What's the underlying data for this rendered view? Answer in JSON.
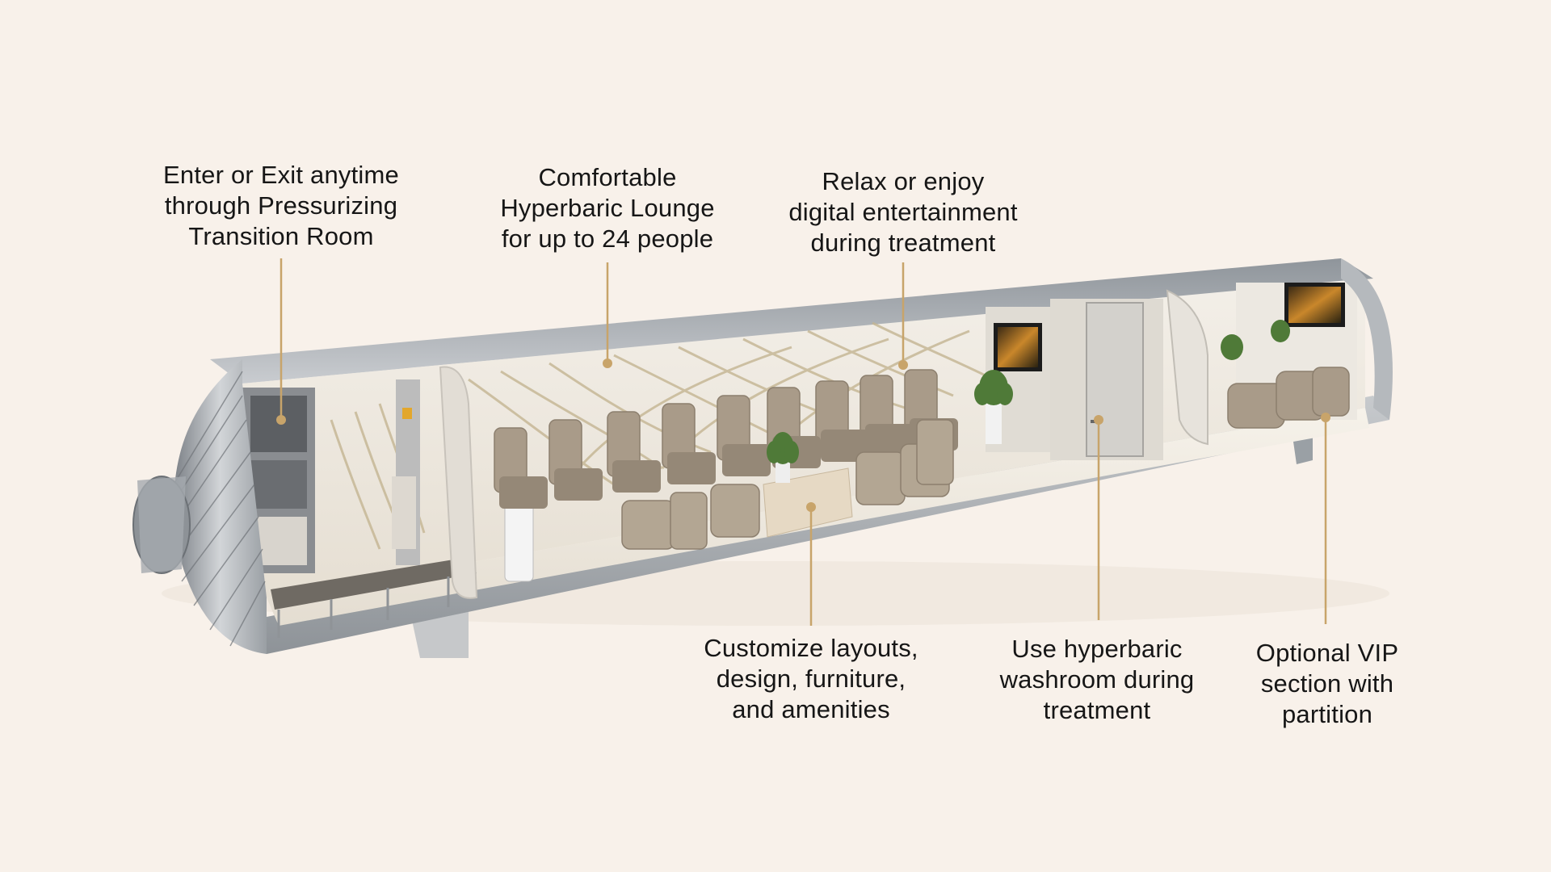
{
  "colors": {
    "background": "#f8f1ea",
    "callout_line": "#c8a46a",
    "text": "#161616",
    "hull_steel": "#a9adb2",
    "interior_wall": "#efe9df",
    "seat": "#a89a88",
    "floor": "#f3eee6"
  },
  "callouts": {
    "transition_room": {
      "lines": [
        "Enter or Exit anytime",
        "through Pressurizing",
        "Transition Room"
      ]
    },
    "lounge": {
      "lines": [
        "Comfortable",
        "Hyperbaric Lounge",
        "for up to 24 people"
      ]
    },
    "entertainment": {
      "lines": [
        "Relax or enjoy",
        "digital entertainment",
        "during treatment"
      ]
    },
    "customize": {
      "lines": [
        "Customize layouts,",
        "design, furniture,",
        "and amenities"
      ]
    },
    "washroom": {
      "lines": [
        "Use hyperbaric",
        "washroom during",
        "treatment"
      ]
    },
    "vip": {
      "lines": [
        "Optional VIP",
        "section with",
        "partition"
      ]
    }
  }
}
